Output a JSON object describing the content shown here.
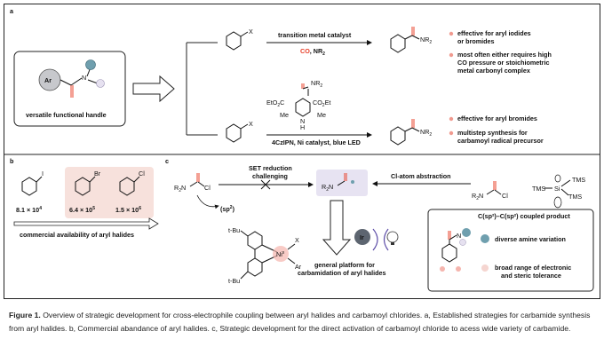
{
  "panel_a": {
    "label": "a",
    "handle_label": "versatile functional handle",
    "ar": "Ar",
    "n": "N",
    "x1": "X",
    "x2": "X",
    "arrow1_top": "transition metal catalyst",
    "arrow1_bottom_co": "CO",
    "arrow1_bottom_rest": ", NR",
    "arrow1_bottom_sub": "2",
    "prod1_nr2": "NR",
    "prod1_nr2_sub": "2",
    "prod2_nr2": "NR",
    "prod2_nr2_sub": "2",
    "reagent_nr2": "NR",
    "reagent_nr2_sub": "2",
    "reagent_left": "EtO",
    "reagent_left_sub": "2",
    "reagent_left_tail": "C",
    "reagent_right": "CO",
    "reagent_right_sub": "2",
    "reagent_right_tail": "Et",
    "me_left": "Me",
    "me_right": "Me",
    "nh": "N",
    "h": "H",
    "arrow2_bottom": "4CzIPN, Ni catalyst, blue LED",
    "bullets_top": [
      "effective for aryl iodides",
      "or bromides",
      "most often either requires high",
      "CO pressure or stoichiometric",
      "metal carbonyl complex"
    ],
    "bullets_bottom": [
      "effective for aryl bromides",
      "multistep synthesis for",
      "carbamoyl radical precursor"
    ]
  },
  "panel_b": {
    "label": "b",
    "halides": [
      "I",
      "Br",
      "Cl"
    ],
    "counts": [
      "8.1 × 10",
      "6.4 × 10",
      "1.5 × 10"
    ],
    "exps": [
      "4",
      "5",
      "6"
    ],
    "arrow_label": "commercial availability of aryl halides"
  },
  "panel_c": {
    "label": "c",
    "set_label": [
      "SET reduction",
      "challenging"
    ],
    "r2n_left": "R",
    "r2n_left_sub": "2",
    "r2n_left_tail": "N",
    "cl_left": "Cl",
    "sp2": "(sp",
    "sp2_sup": "2",
    "sp2_tail": ")",
    "radical_r2n": "R",
    "radical_r2n_sub": "2",
    "radical_r2n_tail": "N",
    "cl_abs": "Cl-atom abstraction",
    "r2n_right": "R",
    "r2n_right_sub": "2",
    "r2n_right_tail": "N",
    "cl_right": "Cl",
    "tms": [
      "TMS",
      "TMS",
      "TMS"
    ],
    "si": "Si",
    "tbu": [
      "t-Bu",
      "t-Bu"
    ],
    "ni": "Ni",
    "ni_sup": "II",
    "x": "X",
    "ar": "Ar",
    "ir": "Ir",
    "platform": [
      "general platform for",
      "carbamidation of aryl halides"
    ],
    "product_title": "C(sp²)–C(sp²) coupled product",
    "product_items": [
      "diverse amine variation",
      "broad range of electronic",
      "and steric tolerance"
    ]
  },
  "caption": {
    "head": "Figure 1.",
    "body": " Overview of strategic development for cross-electrophile coupling between aryl halides and carbamoyl chlorides. a, Established strategies for carbamide synthesis from aryl halides. b, Commercial abandance of aryl halides. c, Strategic development for the direct activation of carbamoyl chloride to acess wide variety of carbamide."
  },
  "colors": {
    "red": "#e8402a",
    "pink": "#f5b5ae",
    "teal": "#6f9fae",
    "salmon_bg": "#f7e1dc",
    "lilac": "#d7d0ea"
  }
}
